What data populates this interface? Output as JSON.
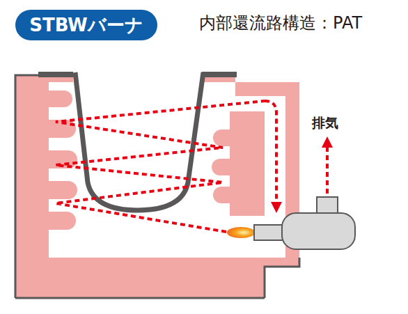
{
  "diagram": {
    "nodes": [
      {
        "text": [
          "STBWバーナ"
        ]
      }
    ],
    "labels": [
      "内部還流路構造：PAT",
      "排気"
    ]
  }
}
